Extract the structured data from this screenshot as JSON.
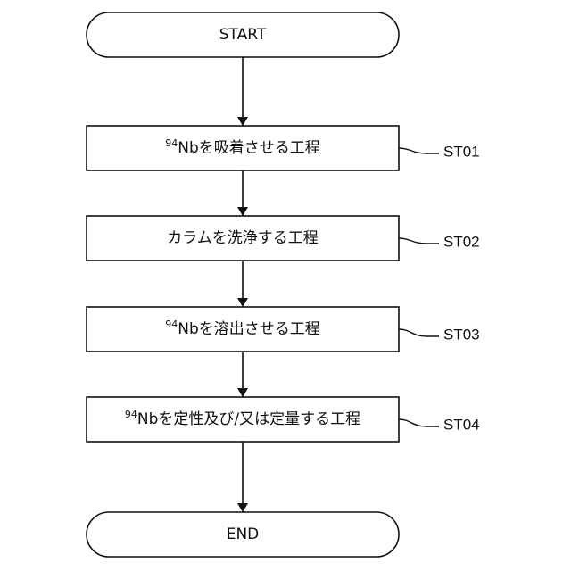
{
  "start": {
    "label": "START"
  },
  "end": {
    "label": "END"
  },
  "steps": [
    {
      "sup": "94",
      "text": "Nbを吸着させる工程",
      "id": "ST01"
    },
    {
      "sup": "",
      "text": "カラムを洗浄する工程",
      "id": "ST02"
    },
    {
      "sup": "94",
      "text": "Nbを溶出させる工程",
      "id": "ST03"
    },
    {
      "sup": "94",
      "text": "Nbを定性及び/又は定量する工程",
      "id": "ST04"
    }
  ]
}
